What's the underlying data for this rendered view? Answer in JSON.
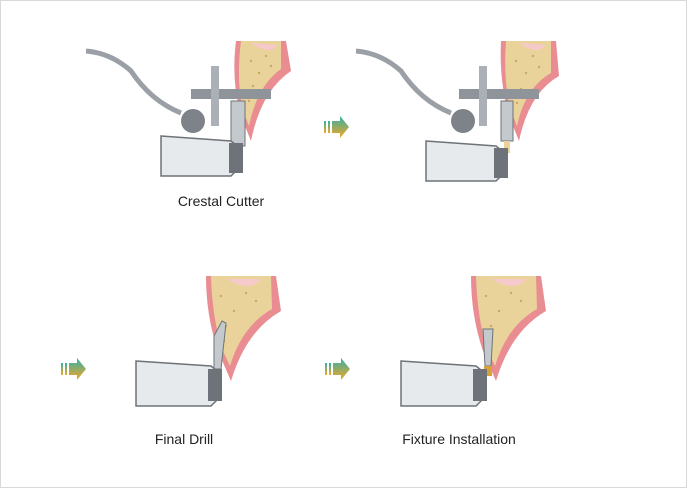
{
  "steps": [
    {
      "caption": "Crestal Cutter"
    },
    {
      "caption": ""
    },
    {
      "caption": "Final Drill"
    },
    {
      "caption": "Fixture Installation"
    }
  ],
  "colors": {
    "gum": "#e98d93",
    "gum_light": "#f6c9cb",
    "bone": "#e9d39a",
    "bone_dot": "#b58a4a",
    "metal_dark": "#6d7378",
    "metal_light": "#e7eaec",
    "implant_gold": "#d4a13a",
    "arrow_top": "#2fb1a8",
    "arrow_bottom": "#f5a623"
  },
  "icons": {
    "arrow": "arrow-right-icon",
    "handpiece": "handpiece-icon",
    "guide": "drill-guide-icon"
  }
}
